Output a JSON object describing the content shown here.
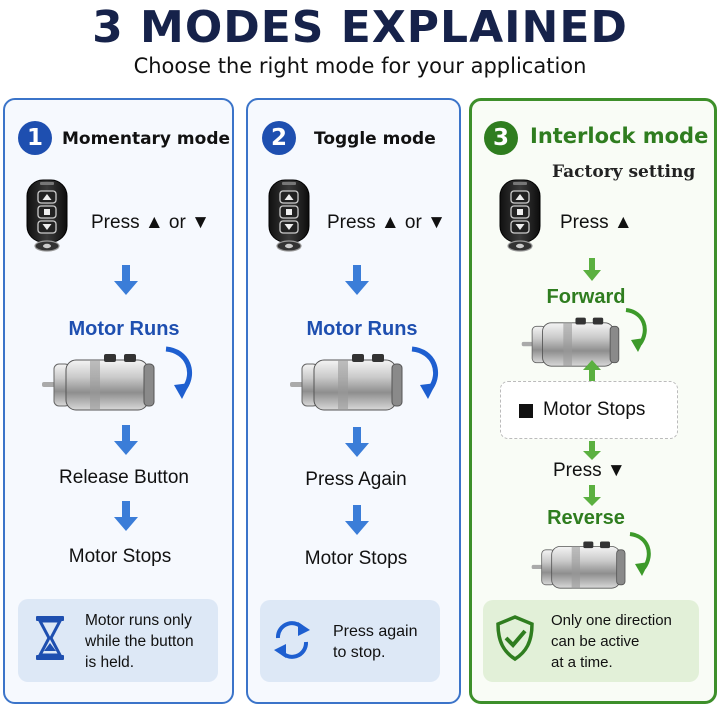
{
  "header": {
    "title": "3 MODES EXPLAINED",
    "subtitle": "Choose the right mode for your application"
  },
  "colors": {
    "blue": "#1e4fb0",
    "green": "#2f7d1f",
    "title": "#16224a"
  },
  "panels": [
    {
      "number": "1",
      "title": "Momentary mode",
      "press": "Press ▲ or ▼",
      "steps": [
        "Motor Runs",
        "Release Button",
        "Motor Stops"
      ],
      "note": [
        "Motor runs only",
        "while the button",
        "is held."
      ],
      "note_icon": "hourglass-icon"
    },
    {
      "number": "2",
      "title": "Toggle mode",
      "press": "Press ▲ or ▼",
      "steps": [
        "Motor Runs",
        "Press Again",
        "Motor Stops"
      ],
      "note": [
        "Press again",
        "to stop."
      ],
      "note_icon": "refresh-icon"
    },
    {
      "number": "3",
      "title": "Interlock mode",
      "subtitle": "Factory setting",
      "press_up": "Press ▲",
      "forward": "Forward",
      "stop": "Motor Stops",
      "press_down": "Press ▼",
      "reverse": "Reverse",
      "note": [
        "Only one direction",
        "can be active",
        "at a time."
      ],
      "note_icon": "shield-check-icon"
    }
  ]
}
